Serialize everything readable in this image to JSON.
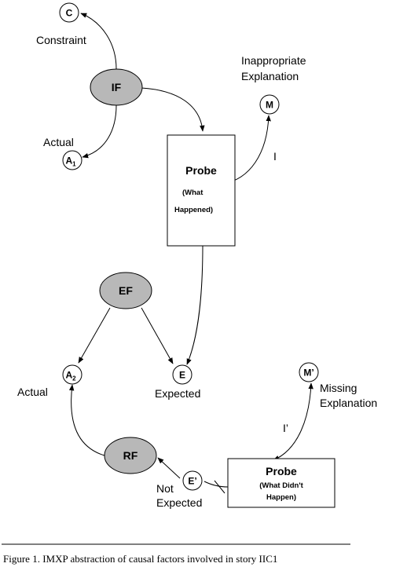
{
  "nodes": {
    "c": "C",
    "if_node": "IF",
    "a1": {
      "base": "A",
      "sub": "1"
    },
    "m": "M",
    "ef": "EF",
    "a2": {
      "base": "A",
      "sub": "2"
    },
    "e": "E",
    "m_prime": "M’",
    "rf": "RF",
    "e_prime": "E’"
  },
  "labels": {
    "constraint": "Constraint",
    "actual_top": "Actual",
    "inappropriate_line1": "Inappropriate",
    "inappropriate_line2": "Explanation",
    "i": "I",
    "actual_bottom": "Actual",
    "expected": "Expected",
    "missing_line1": "Missing",
    "missing_line2": "Explanation",
    "i_prime": "I’",
    "not_line1": "Not",
    "not_line2": "Expected"
  },
  "probe1": {
    "title": "Probe",
    "line1": "(What",
    "line2": "Happened)"
  },
  "probe2": {
    "title": "Probe",
    "line1": "(What Didn't",
    "line2": "Happen)"
  },
  "caption": "Figure 1. IMXP abstraction of causal factors involved in story IIC1",
  "colors": {
    "node_fill_gray": "#b8b8b8",
    "stroke": "#000000",
    "background": "#ffffff"
  }
}
